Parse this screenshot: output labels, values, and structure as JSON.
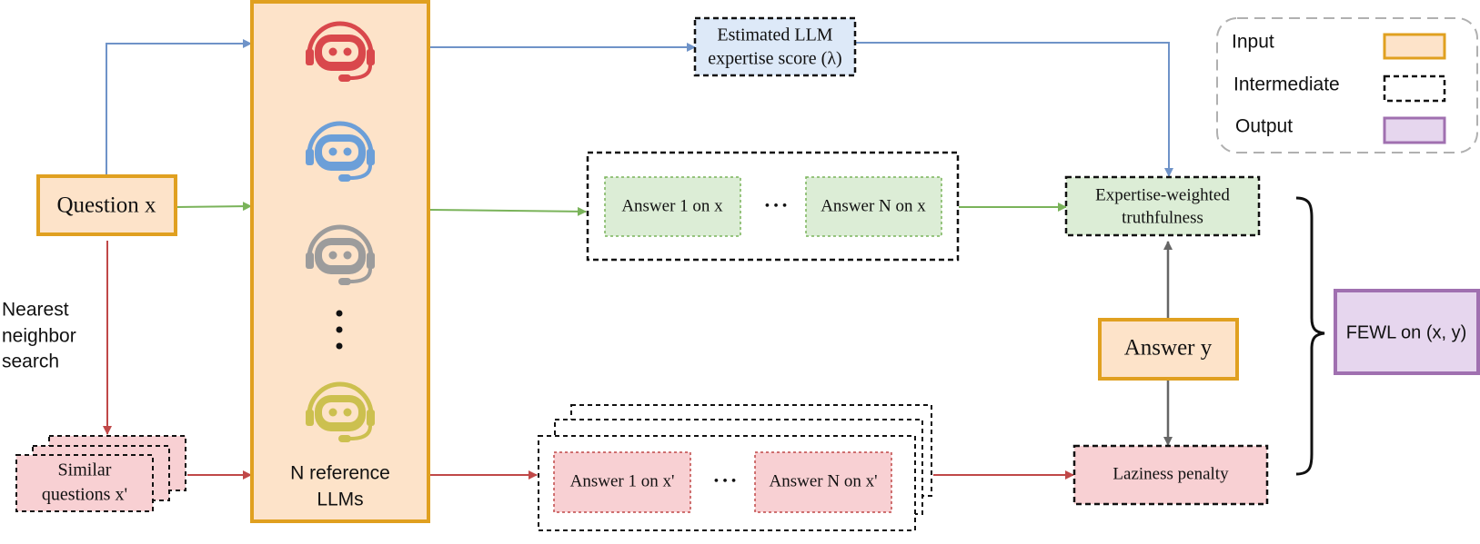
{
  "colors": {
    "input_fill": "#fde3c9",
    "input_stroke": "#e0a020",
    "blue_fill": "#dde9f8",
    "green_fill": "#dcedd6",
    "red_fill": "#f8d0d3",
    "purple_fill": "#e6d6ee",
    "purple_stroke": "#a070b0",
    "blue_line": "#6f93c8",
    "green_line": "#7ab35a",
    "red_line": "#c04848",
    "gray_line": "#666666",
    "robot_red": "#d9484c",
    "robot_blue": "#6c9fd8",
    "robot_gray": "#9c9c9c",
    "robot_yellow": "#ccc04f"
  },
  "question": "Question x",
  "neighbor_search": {
    "line1": "Nearest",
    "line2": "neighbor",
    "line3": "search"
  },
  "similar": {
    "line1": "Similar",
    "line2": "questions x'"
  },
  "llms": {
    "robots": [
      "robot-red-icon",
      "robot-blue-icon",
      "robot-gray-icon",
      "robot-yellow-icon"
    ],
    "label_line1": "N reference",
    "label_line2": "LLMs"
  },
  "estimated": {
    "line1": "Estimated LLM",
    "line2": "expertise score (λ)"
  },
  "answers_x": {
    "first": "Answer 1 on x",
    "last": "Answer N on x",
    "ellipsis": "• • •"
  },
  "answers_xp": {
    "first": "Answer 1 on x'",
    "last": "Answer N on x'",
    "ellipsis": "• • •"
  },
  "weighted": {
    "line1": "Expertise-weighted",
    "line2": "truthfulness"
  },
  "answer_y": "Answer y",
  "laziness": "Laziness penalty",
  "fewl": "FEWL on (x, y)",
  "legend": {
    "input": "Input",
    "intermediate": "Intermediate",
    "output": "Output"
  }
}
